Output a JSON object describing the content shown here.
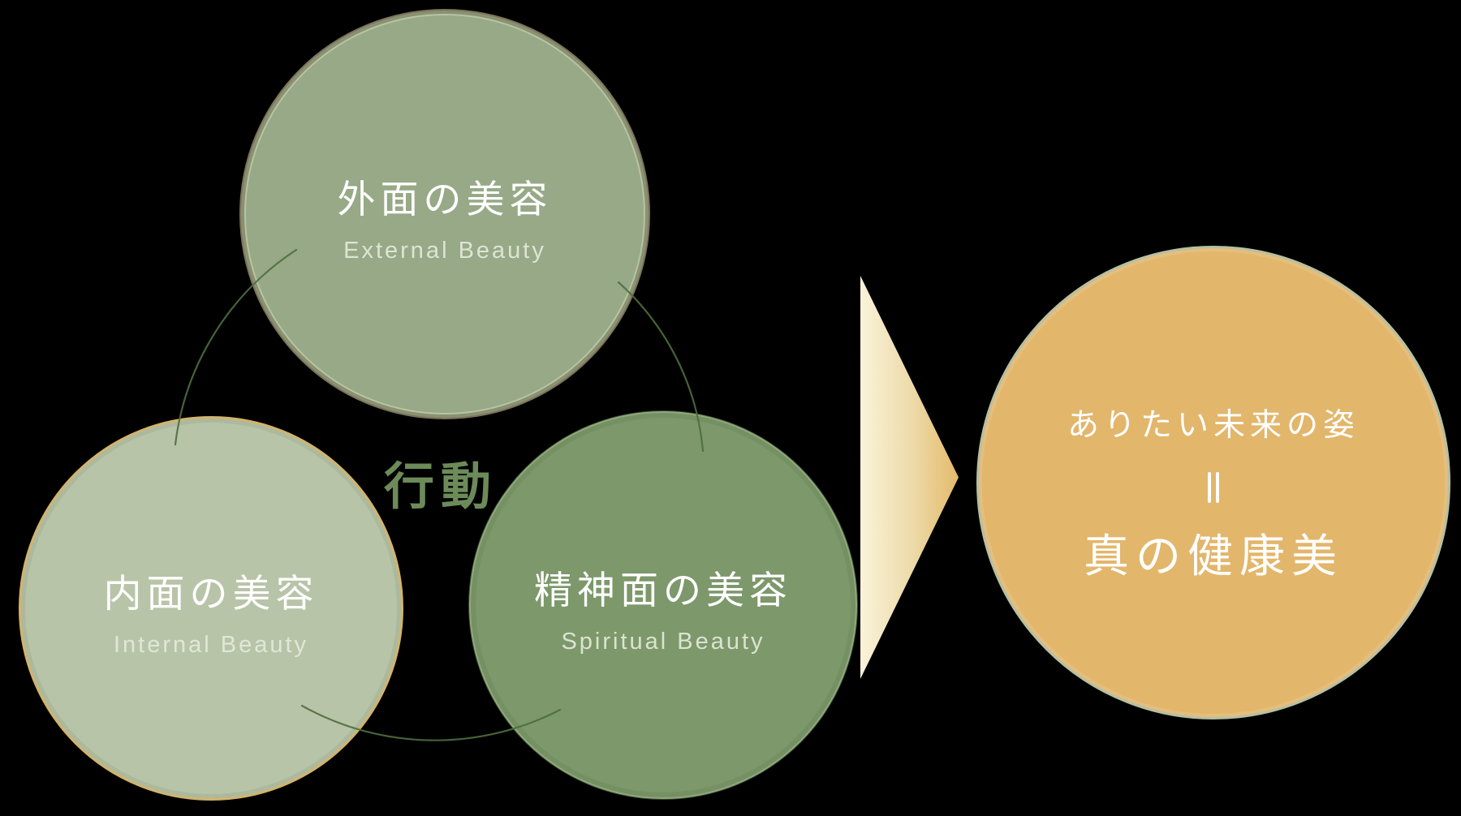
{
  "diagram": {
    "action_label": "行動",
    "circles": [
      {
        "id": "external-beauty",
        "jp": "外面の美容",
        "en": "External Beauty"
      },
      {
        "id": "internal-beauty",
        "jp": "内面の美容",
        "en": "Internal Beauty"
      },
      {
        "id": "spiritual-beauty",
        "jp": "精神面の美容",
        "en": "Spiritual Beauty"
      }
    ],
    "result_circle": {
      "line1": "ありたい未来の姿",
      "equals": "=",
      "line2": "真の健康美"
    },
    "colors": {
      "background": "#000000",
      "external_fill": "#97a987",
      "internal_fill": "#b8c4a8",
      "internal_border_gold": "#d2b36e",
      "spiritual_fill": "#7d986b",
      "result_fill": "#e2b66b",
      "result_border": "#b6c0a3",
      "action_text": "#6c8b59",
      "connector_arc": "#4c6e3e",
      "arrow_gradient_start": "#faf3da",
      "arrow_gradient_end": "#e5ba6a",
      "jp_text": "#ffffff",
      "en_text": "#e4eadb"
    }
  }
}
